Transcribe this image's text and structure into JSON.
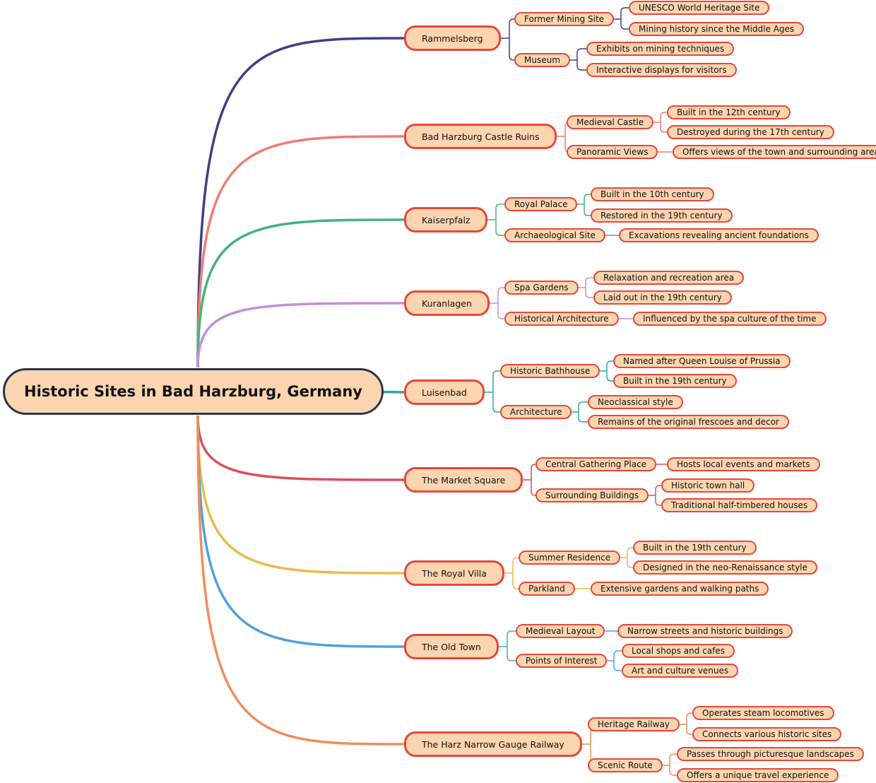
{
  "root": {
    "label": "Historic Sites in Bad Harzburg, Germany"
  },
  "branches": [
    {
      "label": "Rammelsberg",
      "color": "#3d4184",
      "children": [
        {
          "label": "Former Mining Site",
          "children": [
            {
              "label": "UNESCO World Heritage Site"
            },
            {
              "label": "Mining history since the Middle Ages"
            }
          ]
        },
        {
          "label": "Museum",
          "children": [
            {
              "label": "Exhibits on mining techniques"
            },
            {
              "label": "Interactive displays for visitors"
            }
          ]
        }
      ]
    },
    {
      "label": "Bad Harzburg Castle Ruins",
      "color": "#f27c74",
      "children": [
        {
          "label": "Medieval Castle",
          "children": [
            {
              "label": "Built in the 12th century"
            },
            {
              "label": "Destroyed during the 17th century"
            }
          ]
        },
        {
          "label": "Panoramic Views",
          "children": [
            {
              "label": "Offers views of the town and surrounding area"
            }
          ]
        }
      ]
    },
    {
      "label": "Kaiserpfalz",
      "color": "#43b37a",
      "children": [
        {
          "label": "Royal Palace",
          "children": [
            {
              "label": "Built in the 10th century"
            },
            {
              "label": "Restored in the 19th century"
            }
          ]
        },
        {
          "label": "Archaeological Site",
          "children": [
            {
              "label": "Excavations revealing ancient foundations"
            }
          ]
        }
      ]
    },
    {
      "label": "Kuranlagen",
      "color": "#c390d9",
      "children": [
        {
          "label": "Spa Gardens",
          "children": [
            {
              "label": "Relaxation and recreation area"
            },
            {
              "label": "Laid out in the 19th century"
            }
          ]
        },
        {
          "label": "Historical Architecture",
          "children": [
            {
              "label": "Influenced by the spa culture of the time"
            }
          ]
        }
      ]
    },
    {
      "label": "Luisenbad",
      "color": "#2aa8a4",
      "children": [
        {
          "label": "Historic Bathhouse",
          "children": [
            {
              "label": "Named after Queen Louise of Prussia"
            },
            {
              "label": "Built in the 19th century"
            }
          ]
        },
        {
          "label": "Architecture",
          "children": [
            {
              "label": "Neoclassical style"
            },
            {
              "label": "Remains of the original frescoes and decor"
            }
          ]
        }
      ]
    },
    {
      "label": "The Market Square",
      "color": "#d9505f",
      "children": [
        {
          "label": "Central Gathering Place",
          "children": [
            {
              "label": "Hosts local events and markets"
            }
          ]
        },
        {
          "label": "Surrounding Buildings",
          "children": [
            {
              "label": "Historic town hall"
            },
            {
              "label": "Traditional half-timbered houses"
            }
          ]
        }
      ]
    },
    {
      "label": "The Royal Villa",
      "color": "#e8bb4c",
      "children": [
        {
          "label": "Summer Residence",
          "children": [
            {
              "label": "Built in the 19th century"
            },
            {
              "label": "Designed in the neo-Renaissance style"
            }
          ]
        },
        {
          "label": "Parkland",
          "children": [
            {
              "label": "Extensive gardens and walking paths"
            }
          ]
        }
      ]
    },
    {
      "label": "The Old Town",
      "color": "#4aa3e0",
      "children": [
        {
          "label": "Medieval Layout",
          "children": [
            {
              "label": "Narrow streets and historic buildings"
            }
          ]
        },
        {
          "label": "Points of Interest",
          "children": [
            {
              "label": "Local shops and cafes"
            },
            {
              "label": "Art and culture venues"
            }
          ]
        }
      ]
    },
    {
      "label": "The Harz Narrow Gauge Railway",
      "color": "#ee8e5e",
      "children": [
        {
          "label": "Heritage Railway",
          "children": [
            {
              "label": "Operates steam locomotives"
            },
            {
              "label": "Connects various historic sites"
            }
          ]
        },
        {
          "label": "Scenic Route",
          "children": [
            {
              "label": "Passes through picturesque landscapes"
            },
            {
              "label": "Offers a unique travel experience"
            }
          ]
        }
      ]
    }
  ]
}
